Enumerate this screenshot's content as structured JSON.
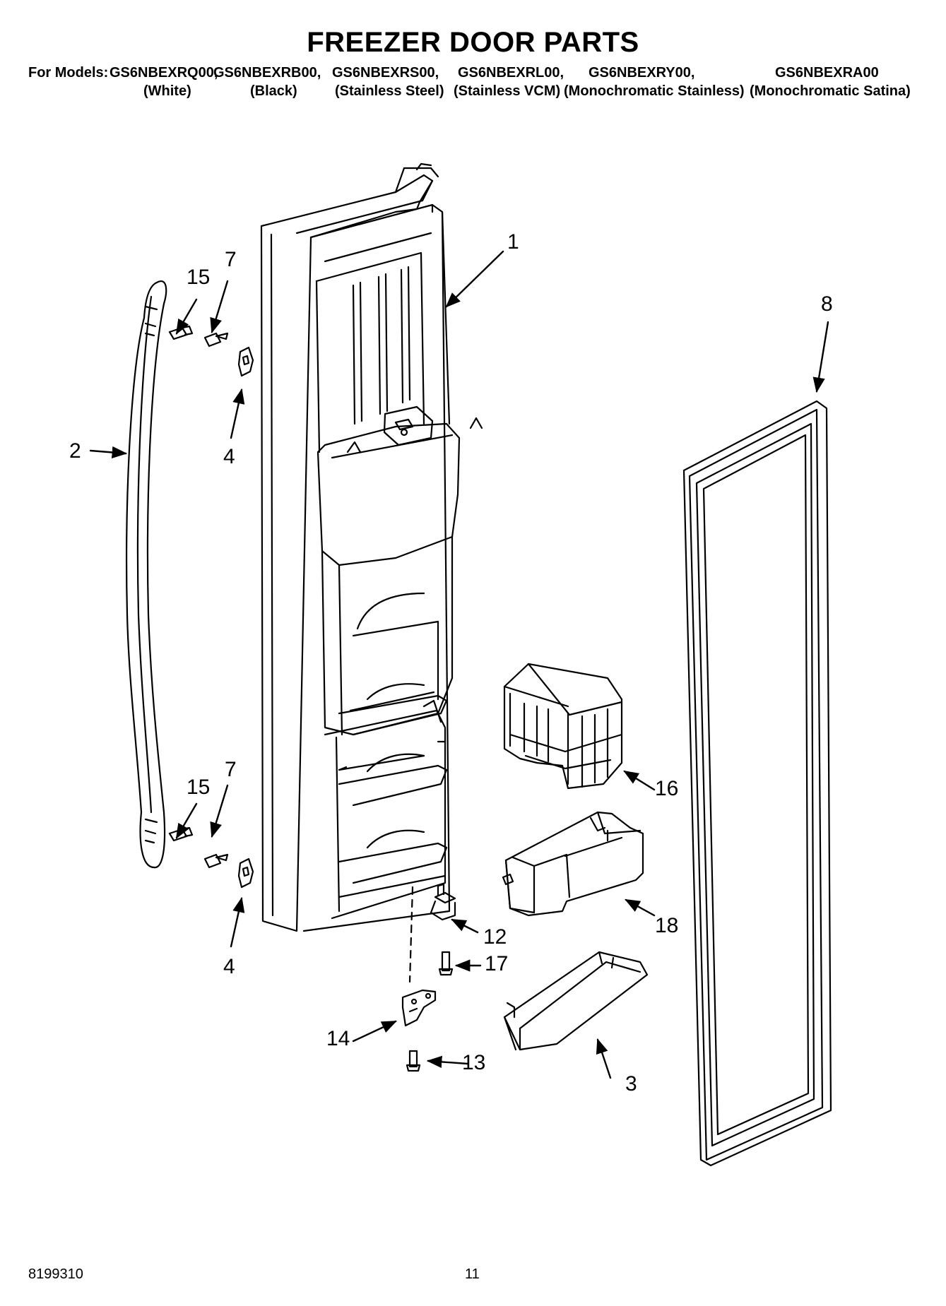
{
  "header": {
    "title": "FREEZER DOOR PARTS",
    "models_prefix": "For Models:",
    "models": [
      {
        "model": "GS6NBEXRQ00,",
        "color": "(White)"
      },
      {
        "model": "GS6NBEXRB00,",
        "color": "(Black)"
      },
      {
        "model": "GS6NBEXRS00,",
        "color": "(Stainless Steel)"
      },
      {
        "model": "GS6NBEXRL00,",
        "color": "(Stainless VCM)"
      },
      {
        "model": "GS6NBEXRY00,",
        "color": "(Monochromatic Stainless)"
      },
      {
        "model": "GS6NBEXRA00",
        "color": "(Monochromatic Satina)"
      }
    ]
  },
  "callouts": {
    "c1": "1",
    "c2": "2",
    "c3": "3",
    "c4a": "4",
    "c4b": "4",
    "c7a": "7",
    "c7b": "7",
    "c8": "8",
    "c12": "12",
    "c13": "13",
    "c14": "14",
    "c15a": "15",
    "c15b": "15",
    "c16": "16",
    "c17": "17",
    "c18": "18"
  },
  "footer": {
    "doc_number": "8199310",
    "page_number": "11"
  }
}
